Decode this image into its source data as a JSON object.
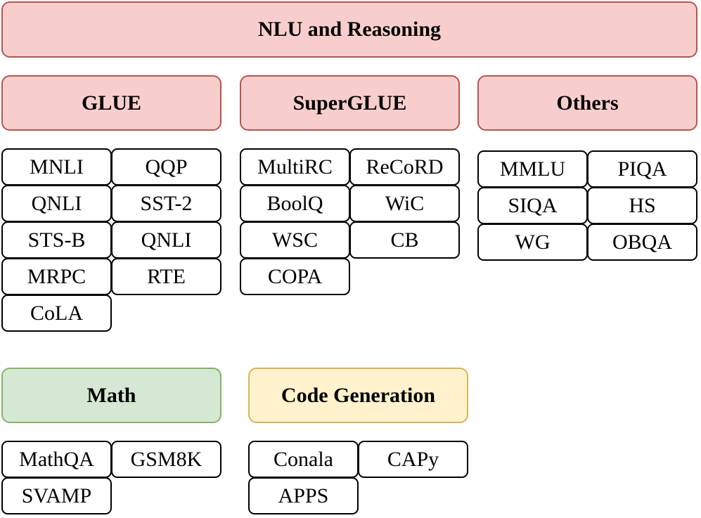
{
  "top_header": "NLU and Reasoning",
  "glue": {
    "title": "GLUE",
    "items": [
      "MNLI",
      "QQP",
      "QNLI",
      "SST-2",
      "STS-B",
      "QNLI",
      "MRPC",
      "RTE",
      "CoLA"
    ]
  },
  "superglue": {
    "title": "SuperGLUE",
    "items": [
      "MultiRC",
      "ReCoRD",
      "BoolQ",
      "WiC",
      "WSC",
      "CB",
      "COPA"
    ]
  },
  "others": {
    "title": "Others",
    "items": [
      "MMLU",
      "PIQA",
      "SIQA",
      "HS",
      "WG",
      "OBQA"
    ]
  },
  "math": {
    "title": "Math",
    "items": [
      "MathQA",
      "GSM8K",
      "SVAMP"
    ]
  },
  "code": {
    "title": "Code Generation",
    "items": [
      "Conala",
      "CAPy",
      "APPS"
    ]
  },
  "colors": {
    "red_fill": "#f8cecc",
    "red_border": "#b85450",
    "green_fill": "#d5e8d4",
    "green_border": "#82b366",
    "yellow_fill": "#fff2cc",
    "yellow_border": "#d6b656"
  }
}
